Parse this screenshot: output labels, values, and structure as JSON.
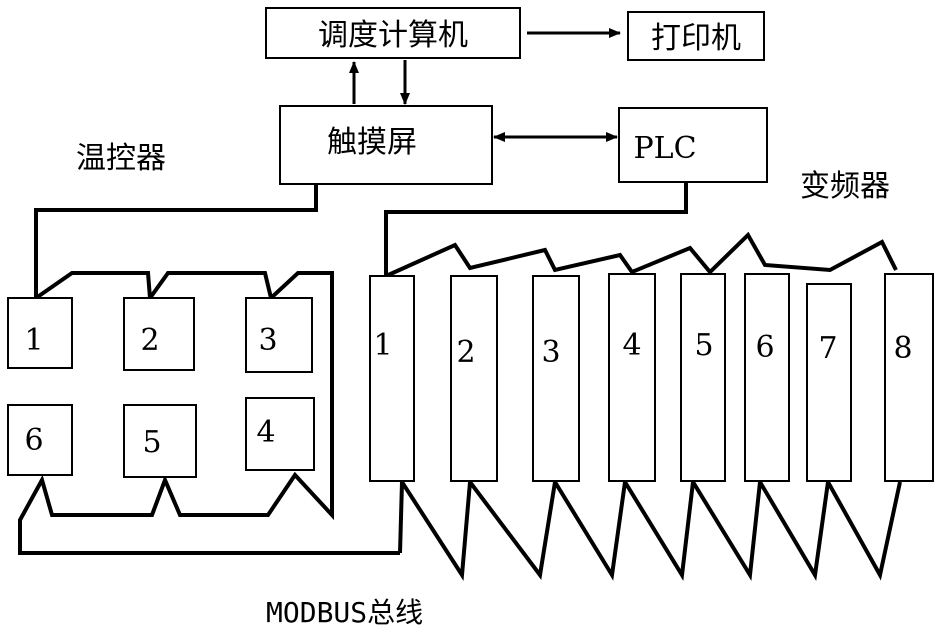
{
  "nodes": {
    "dispatch_computer": "调度计算机",
    "printer": "打印机",
    "touch_screen": "触摸屏",
    "plc": "PLC"
  },
  "groups": {
    "temperature_controller": "温控器",
    "inverter": "变频器"
  },
  "bus_label": "MODBUS总线",
  "temp_controllers": [
    "1",
    "2",
    "3",
    "6",
    "5",
    "4"
  ],
  "inverters": [
    "1",
    "2",
    "3",
    "4",
    "5",
    "6",
    "7",
    "8"
  ]
}
